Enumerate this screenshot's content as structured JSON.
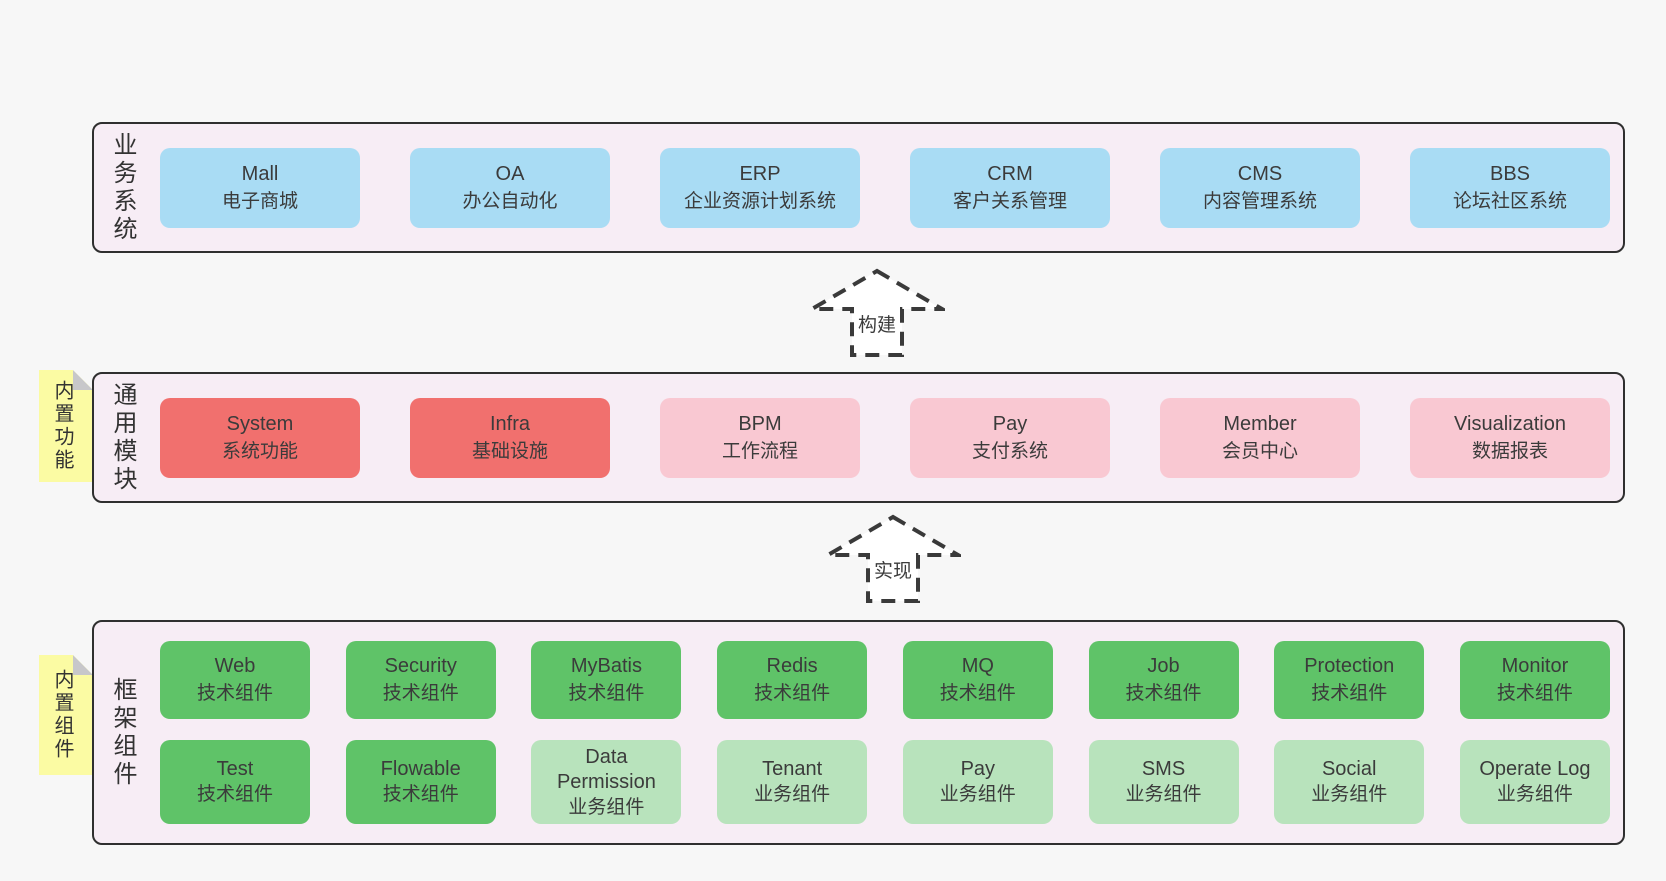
{
  "business_layer": {
    "label_vertical": "业务系统",
    "boxes": [
      {
        "title": "Mall",
        "subtitle": "电子商城"
      },
      {
        "title": "OA",
        "subtitle": "办公自动化"
      },
      {
        "title": "ERP",
        "subtitle": "企业资源计划系统"
      },
      {
        "title": "CRM",
        "subtitle": "客户关系管理"
      },
      {
        "title": "CMS",
        "subtitle": "内容管理系统"
      },
      {
        "title": "BBS",
        "subtitle": "论坛社区系统"
      }
    ]
  },
  "arrows": {
    "build": {
      "label": "构建"
    },
    "implement": {
      "label": "实现"
    }
  },
  "module_layer": {
    "sticky_label": "内置功能",
    "label_vertical": "通用模块",
    "boxes": [
      {
        "title": "System",
        "subtitle": "系统功能"
      },
      {
        "title": "Infra",
        "subtitle": "基础设施"
      },
      {
        "title": "BPM",
        "subtitle": "工作流程"
      },
      {
        "title": "Pay",
        "subtitle": "支付系统"
      },
      {
        "title": "Member",
        "subtitle": "会员中心"
      },
      {
        "title": "Visualization",
        "subtitle": "数据报表"
      }
    ]
  },
  "component_layer": {
    "sticky_label": "内置组件",
    "label_vertical": "框架组件",
    "row1": [
      {
        "title": "Web",
        "subtitle": "技术组件"
      },
      {
        "title": "Security",
        "subtitle": "技术组件"
      },
      {
        "title": "MyBatis",
        "subtitle": "技术组件"
      },
      {
        "title": "Redis",
        "subtitle": "技术组件"
      },
      {
        "title": "MQ",
        "subtitle": "技术组件"
      },
      {
        "title": "Job",
        "subtitle": "技术组件"
      },
      {
        "title": "Protection",
        "subtitle": "技术组件"
      },
      {
        "title": "Monitor",
        "subtitle": "技术组件"
      }
    ],
    "row2": [
      {
        "title": "Test",
        "subtitle": "技术组件"
      },
      {
        "title": "Flowable",
        "subtitle": "技术组件"
      },
      {
        "title": "Data Permission",
        "subtitle": "业务组件"
      },
      {
        "title": "Tenant",
        "subtitle": "业务组件"
      },
      {
        "title": "Pay",
        "subtitle": "业务组件"
      },
      {
        "title": "SMS",
        "subtitle": "业务组件"
      },
      {
        "title": "Social",
        "subtitle": "业务组件"
      },
      {
        "title": "Operate Log",
        "subtitle": "业务组件"
      }
    ]
  },
  "palette": {
    "page_bg": "#f7f7f7",
    "layer_bg": "#f7edf5",
    "layer_border": "#2f2f2f",
    "box_blue": "#a9dcf4",
    "box_red": "#f1706e",
    "box_pink": "#f9c8d2",
    "box_green": "#5fc368",
    "box_green_light": "#b8e3bc",
    "sticky_yellow": "#fbfba3",
    "fold_gray": "#c7c7ca",
    "text": "#3b3b3b"
  }
}
